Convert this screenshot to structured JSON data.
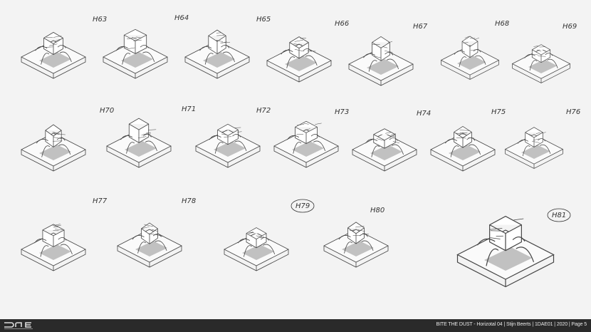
{
  "sketches": [
    {
      "label": "H63",
      "circled": false
    },
    {
      "label": "H64",
      "circled": false
    },
    {
      "label": "H65",
      "circled": false
    },
    {
      "label": "H66",
      "circled": false
    },
    {
      "label": "H67",
      "circled": false
    },
    {
      "label": "H68",
      "circled": false
    },
    {
      "label": "H69",
      "circled": false
    },
    {
      "label": "H70",
      "circled": false
    },
    {
      "label": "H71",
      "circled": false
    },
    {
      "label": "H72",
      "circled": false
    },
    {
      "label": "H73",
      "circled": false
    },
    {
      "label": "H74",
      "circled": false
    },
    {
      "label": "H75",
      "circled": false
    },
    {
      "label": "H76",
      "circled": false
    },
    {
      "label": "H77",
      "circled": false
    },
    {
      "label": "H78",
      "circled": false
    },
    {
      "label": "H79",
      "circled": true
    },
    {
      "label": "H80",
      "circled": false
    },
    {
      "label": "H81",
      "circled": true
    }
  ],
  "footer": {
    "logo_text": "DAE",
    "caption": "BITE THE DUST - Horizotal 04 | Stijn Beerts | 1DAE01 | 2020 | Page 5"
  }
}
